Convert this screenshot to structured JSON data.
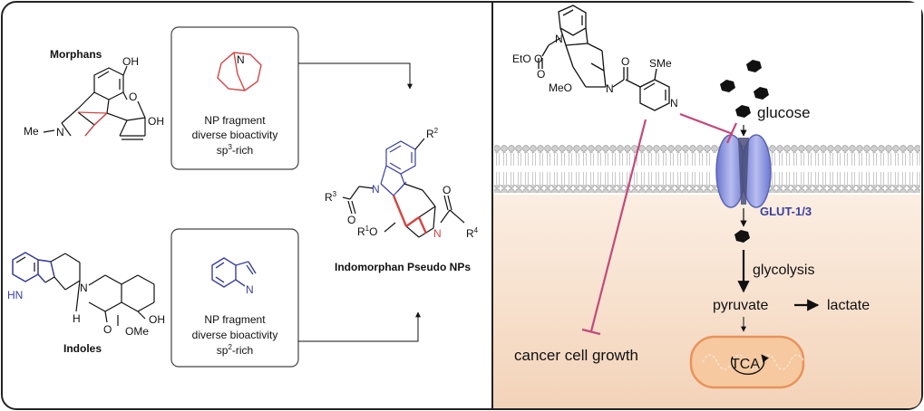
{
  "left_panel": {
    "morphans": {
      "heading": "Morphans",
      "atom_labels": {
        "oh_top": "OH",
        "o_ring": "O",
        "oh_right": "OH",
        "n": "N",
        "me": "Me"
      },
      "fragment_box": {
        "line1": "NP fragment",
        "line2": "diverse bioactivity",
        "line3_pre": "sp",
        "line3_sup": "3",
        "line3_post": "-rich",
        "atom_n": "N"
      }
    },
    "indoles": {
      "heading": "Indoles",
      "atom_labels": {
        "hn": "HN",
        "n": "N",
        "h": "H",
        "oh": "OH",
        "o": "O",
        "ome": "OMe"
      },
      "fragment_box": {
        "line1": "NP fragment",
        "line2": "diverse bioactivity",
        "line3_pre": "sp",
        "line3_sup": "2",
        "line3_post": "-rich",
        "atom_n": "N"
      }
    },
    "product": {
      "caption": "Indomorphan Pseudo NPs",
      "labels": {
        "r2": "R",
        "r2_sup": "2",
        "r3": "R",
        "r3_sup": "3",
        "r1": "R",
        "r1_sup": "1",
        "r1_o": "O",
        "r4": "R",
        "r4_sup": "4",
        "n_indole": "N",
        "n_amide": "N",
        "o_ester": "O",
        "o_amide": "O"
      }
    }
  },
  "right_panel": {
    "molecule_labels": {
      "eto": "EtO",
      "o1": "O",
      "o2": "O",
      "n_indole": "N",
      "meo": "MeO",
      "n_amide": "N",
      "n_pyr": "N",
      "sme": "SMe"
    },
    "glucose_label": "glucose",
    "transporter_label": "GLUT-1/3",
    "glycolysis_label": "glycolysis",
    "pyruvate_label": "pyruvate",
    "lactate_label": "lactate",
    "tca_label": "TCA",
    "cancer_label": "cancer cell growth",
    "colors": {
      "red_accent": "#d24545",
      "blue_accent": "#3a3f9e",
      "inhibit_line": "#c2497a",
      "membrane_head": "#c8c8c8",
      "cell_bg": "#f5ddc8",
      "mito_fill": "#f6c9a0",
      "mito_stroke": "#e8935a",
      "transporter": "#8f98df"
    }
  }
}
